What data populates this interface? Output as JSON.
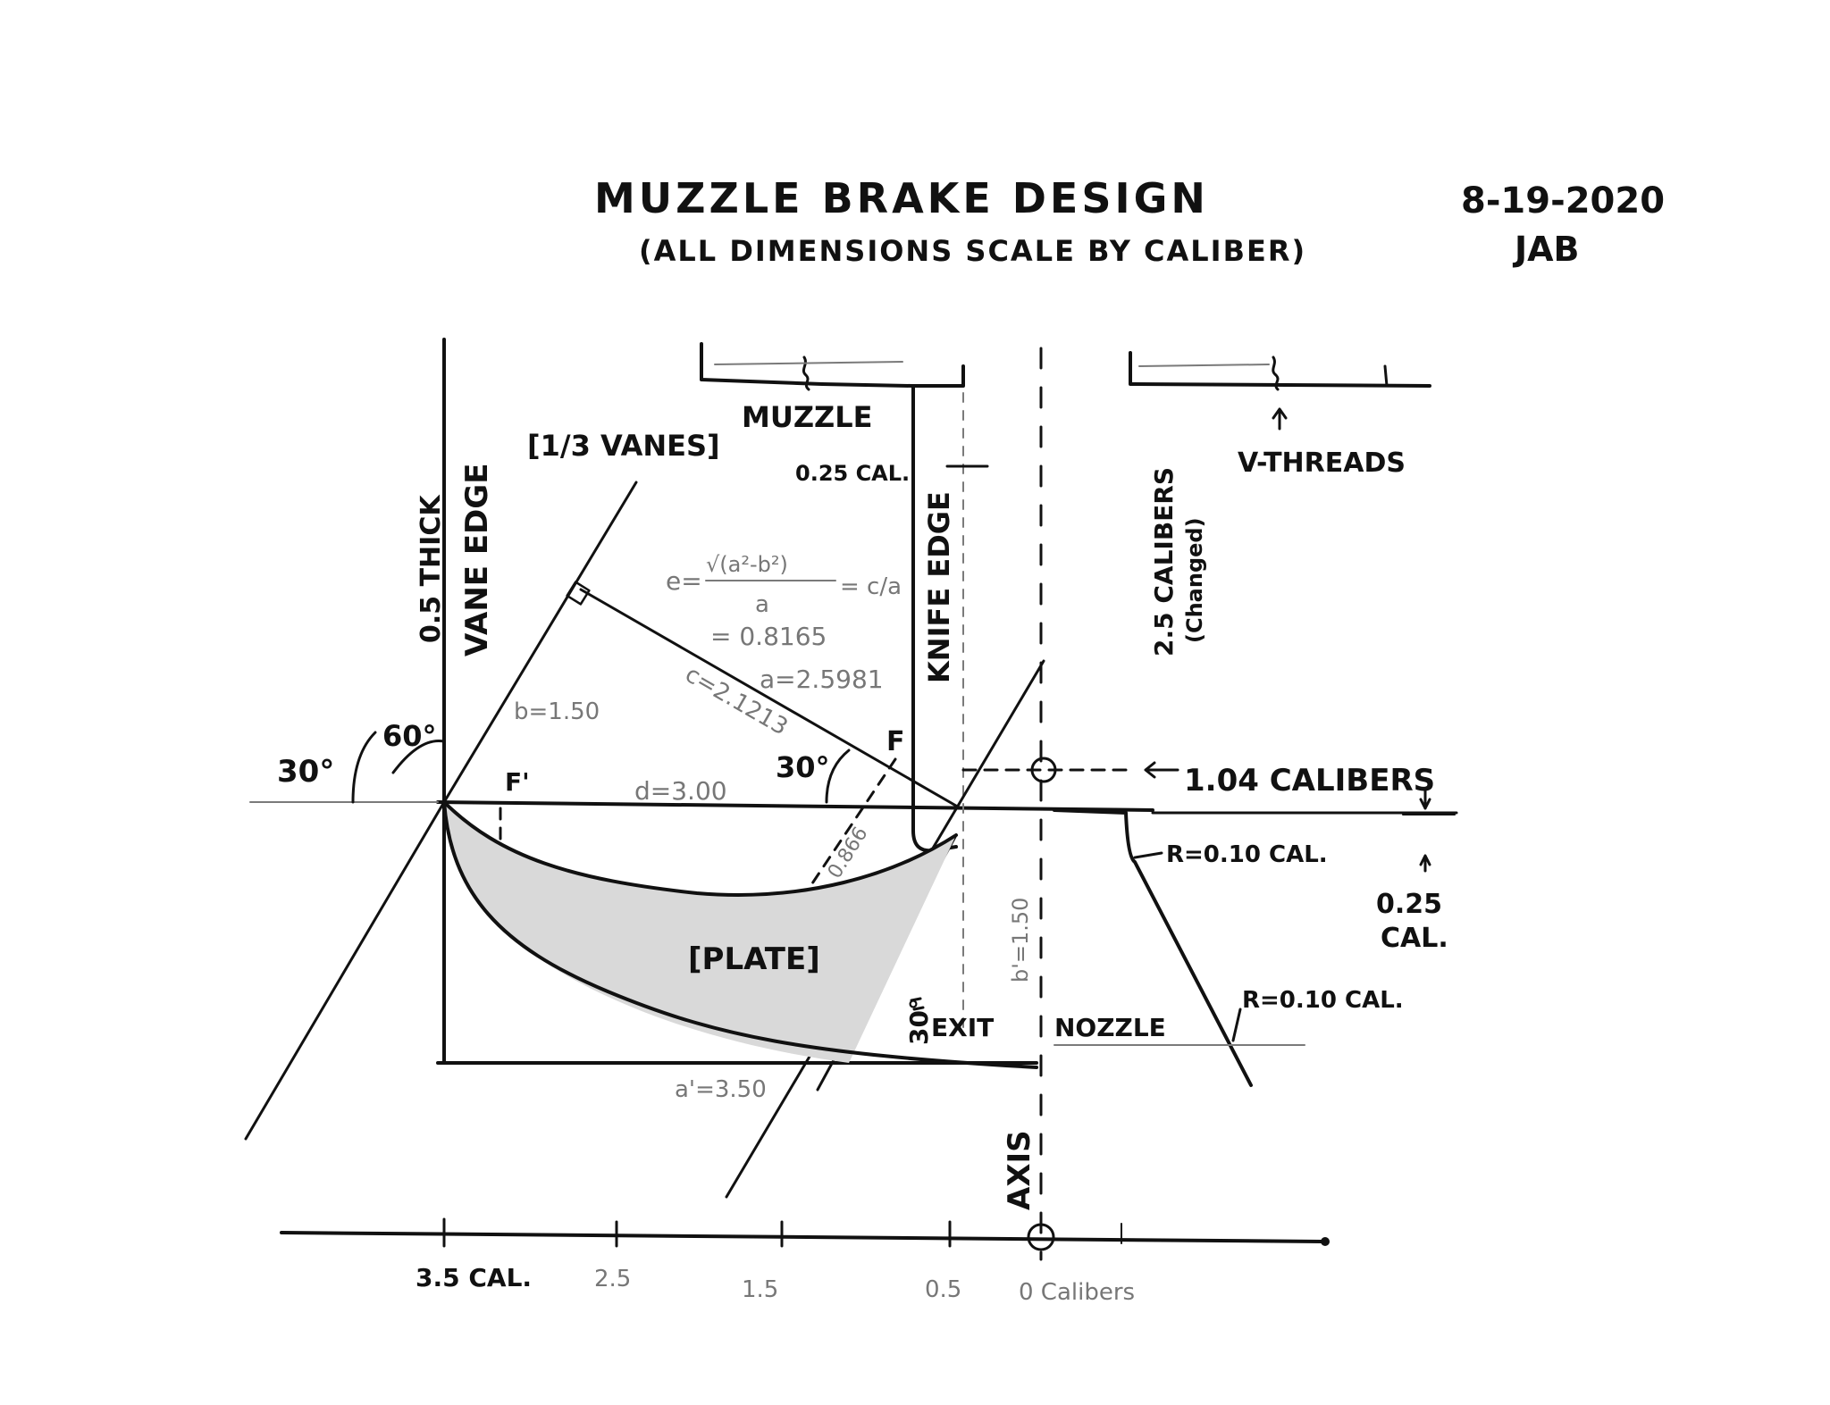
{
  "header": {
    "title": "MUZZLE BRAKE DESIGN",
    "subtitle": "(ALL DIMENSIONS SCALE BY CALIBER)",
    "date": "8-19-2020",
    "initials": "JAB"
  },
  "labels": {
    "vanes": "[1/3 VANES]",
    "muzzle": "MUZZLE",
    "thick": "0.5 THICK",
    "vane_edge": "VANE EDGE",
    "knife_edge": "KNIFE EDGE",
    "cal_025_top": "0.25 CAL.",
    "calibers_25": "2.5 CALIBERS",
    "changed": "(Changed)",
    "v_threads": "V-THREADS",
    "calibers_104": "1.04 CALIBERS",
    "r_top": "R=0.10 CAL.",
    "cal_025_right_num": "0.25",
    "cal_025_right_unit": "CAL.",
    "r_bottom": "R=0.10 CAL.",
    "angle_30_left": "30°",
    "angle_60": "60°",
    "angle_30_mid": "30°",
    "point_f": "F",
    "point_f_prime": "F'",
    "plate": "[PLATE]",
    "exit_angle": "30°",
    "exit_text": "EXIT",
    "nozzle": "NOZZLE",
    "axis": "AXIS"
  },
  "pencil_notes": {
    "formula_left": "e=",
    "formula_num": "√(a²-b²)",
    "formula_den": "a",
    "formula_eq": "= c/a",
    "formula_value": "= 0.8165",
    "a_value": "a=2.5981",
    "c_value": "c=2.1213",
    "b_value": "b=1.50",
    "d_value": "d=3.00",
    "d866": "0.866",
    "b_prime": "b'=1.50",
    "a_prime": "a'=3.50"
  },
  "scale_axis": {
    "ticks": [
      "3.5 CAL.",
      "2.5",
      "1.5",
      "0.5",
      "0 Calibers"
    ]
  }
}
